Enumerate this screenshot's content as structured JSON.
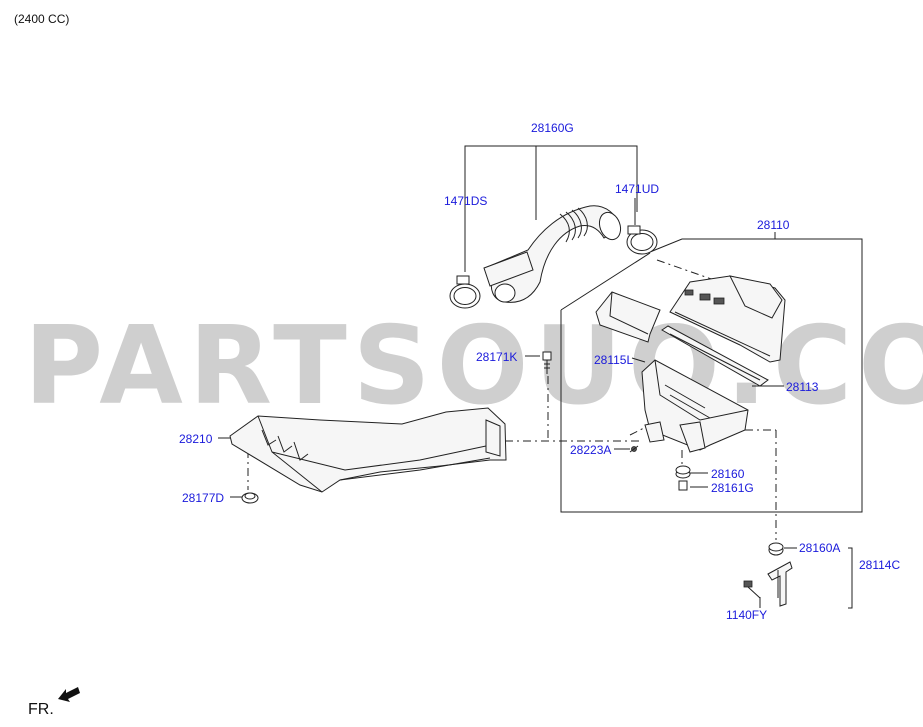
{
  "header": {
    "engine_spec": "(2400 CC)"
  },
  "watermark": {
    "text": "PARTSOUQ.COM"
  },
  "footer": {
    "front_indicator": "FR."
  },
  "parts": {
    "p28160G": "28160G",
    "p1471DS": "1471DS",
    "p1471UD": "1471UD",
    "p28110": "28110",
    "p28171K": "28171K",
    "p28115L": "28115L",
    "p28113": "28113",
    "p28210": "28210",
    "p28223A": "28223A",
    "p28160": "28160",
    "p28161G": "28161G",
    "p28177D": "28177D",
    "p28160A": "28160A",
    "p28114C": "28114C",
    "p1140FY": "1140FY"
  },
  "colors": {
    "label": "#1a1adb",
    "line": "#222222",
    "watermark": "#cfcfcf"
  }
}
